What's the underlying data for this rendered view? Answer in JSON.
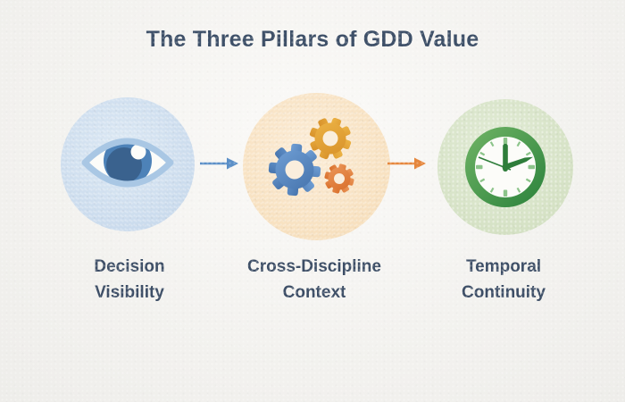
{
  "title": "The Three Pillars of GDD Value",
  "pillars": [
    {
      "id": "decision-visibility",
      "icon": "eye-icon",
      "label_lines": [
        "Decision",
        "Visibility"
      ],
      "circle_color": "#cdddee",
      "accent_color": "#4d82b8"
    },
    {
      "id": "cross-discipline-context",
      "icon": "gears-icon",
      "label_lines": [
        "Cross-Discipline",
        "Context"
      ],
      "circle_color": "#f8e2c2",
      "accent_color": "#dd9a35"
    },
    {
      "id": "temporal-continuity",
      "icon": "clock-icon",
      "label_lines": [
        "Temporal",
        "Continuity"
      ],
      "circle_color": "#d7e3c7",
      "accent_color": "#3f8c47"
    }
  ],
  "arrows": [
    {
      "direction": "right",
      "color": "#5b8fc7"
    },
    {
      "direction": "right",
      "color": "#e5863c"
    }
  ],
  "colors": {
    "background": "#f3f2ef",
    "title_text": "#3e5068",
    "label_text": "#3d4e66"
  }
}
